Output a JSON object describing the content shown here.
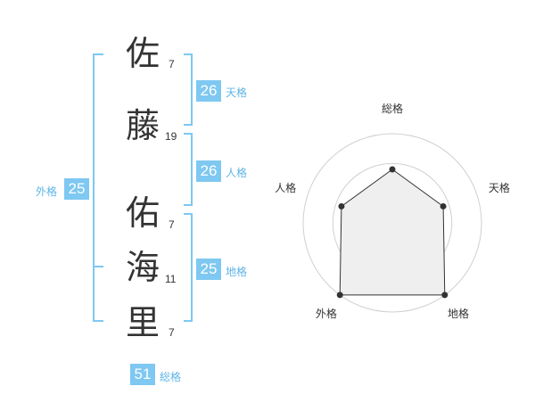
{
  "name": {
    "chars": [
      {
        "char": "佐",
        "strokes": "7"
      },
      {
        "char": "藤",
        "strokes": "19"
      },
      {
        "char": "佑",
        "strokes": "7"
      },
      {
        "char": "海",
        "strokes": "11"
      },
      {
        "char": "里",
        "strokes": "7"
      }
    ]
  },
  "fortune": {
    "tenkaku": {
      "value": "26",
      "label": "天格"
    },
    "jinkaku": {
      "value": "26",
      "label": "人格"
    },
    "chikaku": {
      "value": "25",
      "label": "地格"
    },
    "gaikaku": {
      "value": "25",
      "label": "外格"
    },
    "soukaku": {
      "value": "51",
      "label": "総格"
    }
  },
  "colors": {
    "accent": "#7ec8f2",
    "label": "#5fb4e6",
    "text": "#333333"
  },
  "chart_data": {
    "type": "radar",
    "axes": [
      "総格",
      "天格",
      "地格",
      "外格",
      "人格"
    ],
    "values": [
      3,
      3,
      5,
      5,
      3
    ],
    "max": 5,
    "rings": 3
  }
}
